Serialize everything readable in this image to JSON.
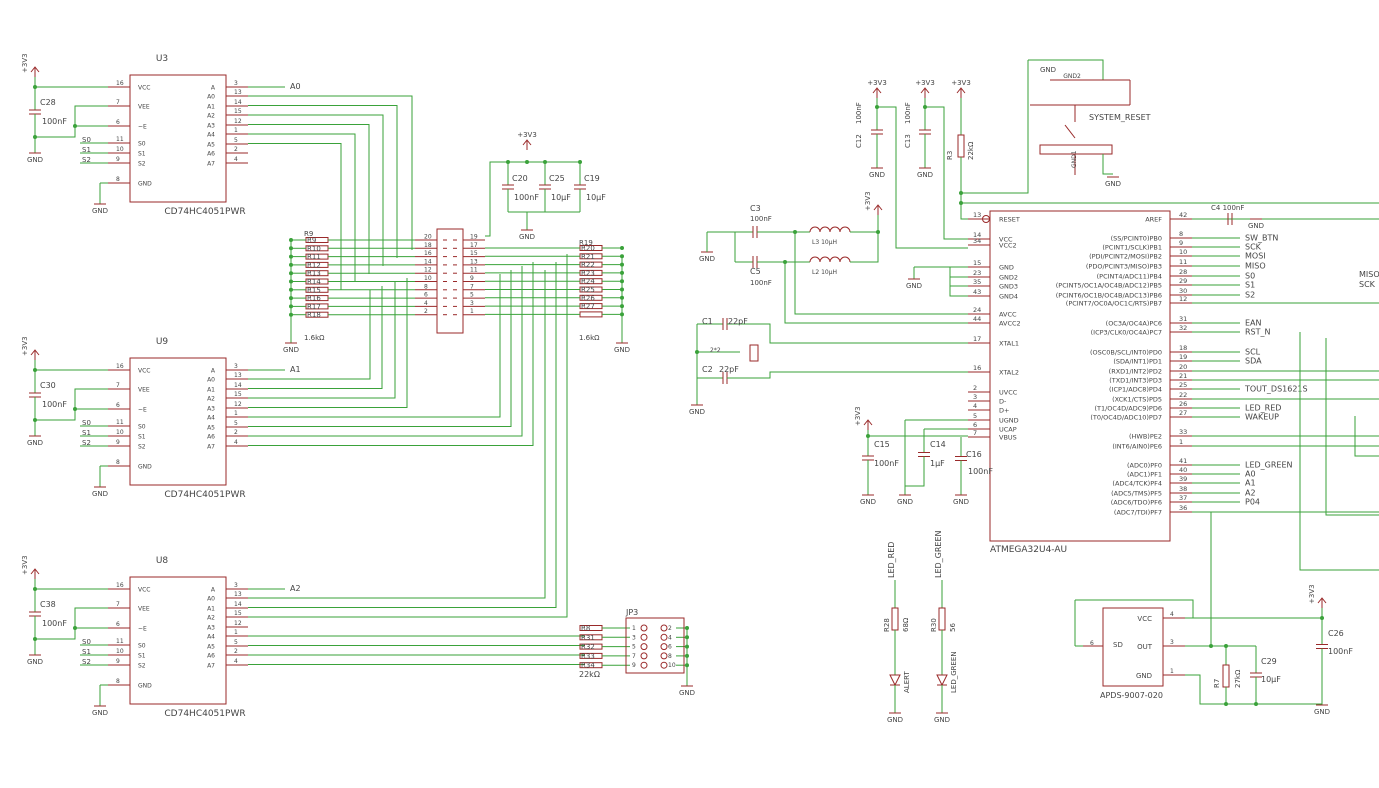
{
  "colors": {
    "wire": "#3aa23a",
    "part": "#9a2a2a",
    "text": "#444444",
    "background": "#ffffff"
  },
  "mux_parts": [
    {
      "ref": "U3",
      "value": "CD74HC4051PWR",
      "out_net": "A0",
      "cap_ref": "C28",
      "cap_val": "100nF"
    },
    {
      "ref": "U9",
      "value": "CD74HC4051PWR",
      "out_net": "A1",
      "cap_ref": "C30",
      "cap_val": "100nF"
    },
    {
      "ref": "U8",
      "value": "CD74HC4051PWR",
      "out_net": "A2",
      "cap_ref": "C38",
      "cap_val": "100nF"
    }
  ],
  "mux_pins_left": [
    {
      "name": "VCC",
      "num": "16"
    },
    {
      "name": "VEE",
      "num": "7"
    },
    {
      "name": "~E",
      "num": "6"
    },
    {
      "name": "S0",
      "num": "11"
    },
    {
      "name": "S1",
      "num": "10"
    },
    {
      "name": "S2",
      "num": "9"
    },
    {
      "name": "GND",
      "num": "8"
    }
  ],
  "mux_pins_right": [
    {
      "name": "A",
      "num": "3"
    },
    {
      "name": "A0",
      "num": "13"
    },
    {
      "name": "A1",
      "num": "14"
    },
    {
      "name": "A2",
      "num": "15"
    },
    {
      "name": "A3",
      "num": "12"
    },
    {
      "name": "A4",
      "num": "1"
    },
    {
      "name": "A5",
      "num": "5"
    },
    {
      "name": "A6",
      "num": "2"
    },
    {
      "name": "A7",
      "num": "4"
    }
  ],
  "nets": {
    "vcc": "+3V3",
    "gnd": "GND",
    "s0": "S0",
    "s1": "S1",
    "s2": "S2"
  },
  "res_left": {
    "refs": [
      "R9",
      "R10",
      "R11",
      "R12",
      "R13",
      "R14",
      "R15",
      "R16",
      "R17",
      "R18"
    ],
    "value": "1.6kΩ"
  },
  "res_right": {
    "refs": [
      "R19",
      "R20",
      "R21",
      "R22",
      "R23",
      "R24",
      "R25",
      "R26",
      "R27"
    ],
    "value": "1.6kΩ"
  },
  "conn_pins_left": [
    "20",
    "18",
    "16",
    "14",
    "12",
    "10",
    "8",
    "6",
    "4",
    "2"
  ],
  "conn_pins_right": [
    "19",
    "17",
    "15",
    "13",
    "11",
    "9",
    "7",
    "5",
    "3",
    "1"
  ],
  "res_bottom": {
    "refs": [
      "R8",
      "R31",
      "R32",
      "R33",
      "R34"
    ],
    "value": "22kΩ"
  },
  "jp3": {
    "ref": "JP3",
    "left_pins": [
      "1",
      "3",
      "5",
      "7",
      "9"
    ],
    "right_pins": [
      "2",
      "4",
      "6",
      "8",
      "10"
    ]
  },
  "decoupling": [
    {
      "ref": "C20",
      "value": "100nF"
    },
    {
      "ref": "C25",
      "value": "10µF"
    },
    {
      "ref": "C19",
      "value": "10µF"
    }
  ],
  "crystal": {
    "c3_ref": "C3",
    "c3_val": "100nF",
    "c5_ref": "C5",
    "c5_val": "100nF",
    "l3": "L3  10µH",
    "l2": "L2  10µH",
    "c1_ref": "C1",
    "c1_val": "22pF",
    "c2_ref": "C2",
    "c2_val": "22pF",
    "x1": "2*2"
  },
  "top_caps": [
    {
      "ref": "C12",
      "value": "100nF"
    },
    {
      "ref": "C13",
      "value": "100nF"
    }
  ],
  "r3": {
    "ref": "R3",
    "value": "22kΩ"
  },
  "reset": {
    "label": "SYSTEM_RESET",
    "gnd2": "GND2",
    "gnd1": "GND1"
  },
  "c4": {
    "label": "C4 100nF"
  },
  "usb_caps": [
    {
      "ref": "C15",
      "value": "100nF"
    },
    {
      "ref": "C14",
      "value": "1µF"
    },
    {
      "ref": "C16",
      "value": "100nF"
    }
  ],
  "mcu": {
    "value": "ATMEGA32U4-AU",
    "left_pins": [
      {
        "name": "RESET",
        "num": "13"
      },
      {
        "name": "VCC",
        "num": "14"
      },
      {
        "name": "VCC2",
        "num": "34"
      },
      {
        "name": "GND",
        "num": "15"
      },
      {
        "name": "GND2",
        "num": "23"
      },
      {
        "name": "GND3",
        "num": "35"
      },
      {
        "name": "GND4",
        "num": "43"
      },
      {
        "name": "AVCC",
        "num": "24"
      },
      {
        "name": "AVCC2",
        "num": "44"
      },
      {
        "name": "XTAL1",
        "num": "17"
      },
      {
        "name": "XTAL2",
        "num": "16"
      },
      {
        "name": "UVCC",
        "num": "2"
      },
      {
        "name": "D-",
        "num": "3"
      },
      {
        "name": "D+",
        "num": "4"
      },
      {
        "name": "UGND",
        "num": "5"
      },
      {
        "name": "UCAP",
        "num": "6"
      },
      {
        "name": "VBUS",
        "num": "7"
      }
    ],
    "right_pins": [
      {
        "name": "AREF",
        "num": "42",
        "net": ""
      },
      {
        "name": "(SS/PCINT0)PB0",
        "num": "8",
        "net": "SW_BTN"
      },
      {
        "name": "(PCINT1/SCLK)PB1",
        "num": "9",
        "net": "SCK"
      },
      {
        "name": "(PDI/PCINT2/MOSI)PB2",
        "num": "10",
        "net": "MOSI"
      },
      {
        "name": "(PDO/PCINT3/MISO)PB3",
        "num": "11",
        "net": "MISO"
      },
      {
        "name": "(PCINT4/ADC11)PB4",
        "num": "28",
        "net": "S0"
      },
      {
        "name": "(PCINT5/OC1A/OC4B/ADC12)PB5",
        "num": "29",
        "net": "S1"
      },
      {
        "name": "(PCINT6/OC1B/OC4B/ADC13)PB6",
        "num": "30",
        "net": "S2"
      },
      {
        "name": "(PCINT7/OC0A/OC1C/RTS)PB7",
        "num": "12",
        "net": ""
      },
      {
        "name": "(OC3A/OC4A)PC6",
        "num": "31",
        "net": "EAN"
      },
      {
        "name": "(ICP3/CLK0/OC4A)PC7",
        "num": "32",
        "net": "RST_N"
      },
      {
        "name": "(OSC0B/SCL/INT0)PD0",
        "num": "18",
        "net": "SCL"
      },
      {
        "name": "(SDA/INT1)PD1",
        "num": "19",
        "net": "SDA"
      },
      {
        "name": "(RXD1/INT2)PD2",
        "num": "20",
        "net": ""
      },
      {
        "name": "(TXD1/INT3)PD3",
        "num": "21",
        "net": ""
      },
      {
        "name": "(ICP1/ADC8)PD4",
        "num": "25",
        "net": "TOUT_DS1621S"
      },
      {
        "name": "(XCK1/CTS)PD5",
        "num": "22",
        "net": ""
      },
      {
        "name": "(T1/OC4D/ADC9)PD6",
        "num": "26",
        "net": "LED_RED"
      },
      {
        "name": "(T0/OC4D/ADC10)PD7",
        "num": "27",
        "net": "WAKEUP"
      },
      {
        "name": "(HWB)PE2",
        "num": "33",
        "net": ""
      },
      {
        "name": "(INT6/AIN0)PE6",
        "num": "1",
        "net": ""
      },
      {
        "name": "(ADC0)PF0",
        "num": "41",
        "net": "LED_GREEN"
      },
      {
        "name": "(ADC1)PF1",
        "num": "40",
        "net": "A0"
      },
      {
        "name": "(ADC4/TCK)PF4",
        "num": "39",
        "net": "A1"
      },
      {
        "name": "(ADC5/TMS)PF5",
        "num": "38",
        "net": "A2"
      },
      {
        "name": "(ADC6/TDO)PF6",
        "num": "37",
        "net": "P04"
      },
      {
        "name": "(ADC7/TDI)PF7",
        "num": "36",
        "net": ""
      }
    ]
  },
  "offpage": {
    "miso": "MISO",
    "sck": "SCK"
  },
  "leds": [
    {
      "net": "LED_RED",
      "r_ref": "R28",
      "r_val": "68Ω",
      "led": "ALERT"
    },
    {
      "net": "LED_GREEN",
      "r_ref": "R30",
      "r_val": "56",
      "led": "LED_GREEN"
    }
  ],
  "sensor": {
    "value": "APDS-9007-020",
    "pins": [
      {
        "name": "VCC",
        "num": "4"
      },
      {
        "name": "OUT",
        "num": "3"
      },
      {
        "name": "GND",
        "num": "1"
      },
      {
        "name": "SD",
        "num": "6"
      }
    ],
    "r7": {
      "ref": "R7",
      "value": "27kΩ"
    },
    "c29": {
      "ref": "C29",
      "value": "10µF"
    },
    "c26": {
      "ref": "C26",
      "value": "100nF"
    }
  }
}
